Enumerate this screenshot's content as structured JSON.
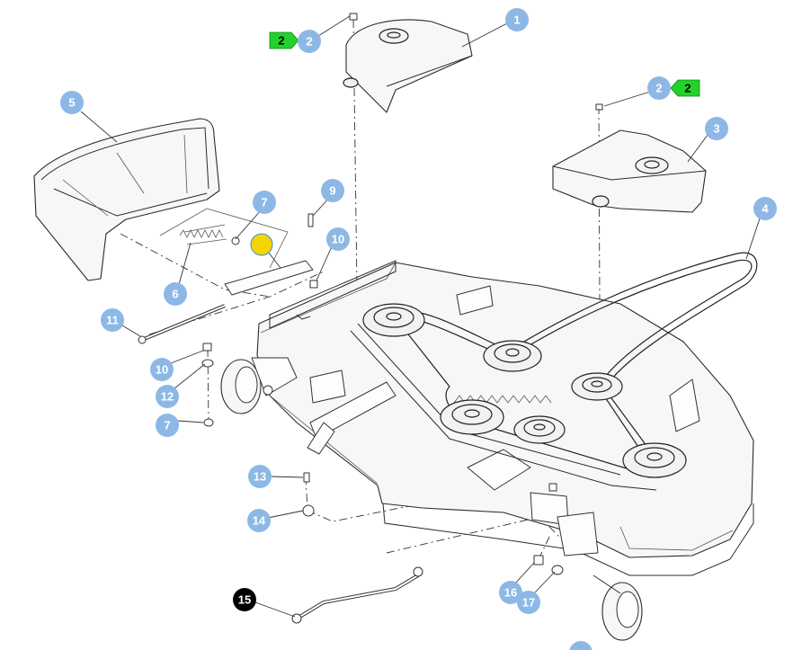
{
  "diagram": {
    "title": "Mower deck exploded parts view",
    "callouts": [
      {
        "id": "c1",
        "label": "1"
      },
      {
        "id": "c2a",
        "label": "2"
      },
      {
        "id": "c2b",
        "label": "2"
      },
      {
        "id": "c3",
        "label": "3"
      },
      {
        "id": "c4",
        "label": "4"
      },
      {
        "id": "c5",
        "label": "5"
      },
      {
        "id": "c6",
        "label": "6"
      },
      {
        "id": "c7a",
        "label": "7"
      },
      {
        "id": "c7b",
        "label": "7"
      },
      {
        "id": "c9",
        "label": "9"
      },
      {
        "id": "c10a",
        "label": "10"
      },
      {
        "id": "c10b",
        "label": "10"
      },
      {
        "id": "c11",
        "label": "11"
      },
      {
        "id": "c12",
        "label": "12"
      },
      {
        "id": "c13",
        "label": "13"
      },
      {
        "id": "c14",
        "label": "14"
      },
      {
        "id": "c15",
        "label": "15"
      },
      {
        "id": "c16",
        "label": "16"
      },
      {
        "id": "c17",
        "label": "17"
      }
    ],
    "flags": [
      {
        "id": "f2a",
        "label": "2"
      },
      {
        "id": "f2b",
        "label": "2"
      }
    ],
    "colors": {
      "callout": "#8db8e6",
      "callout_selected": "#000000",
      "flag": "#22d22a",
      "marker": "#f5d400"
    }
  }
}
